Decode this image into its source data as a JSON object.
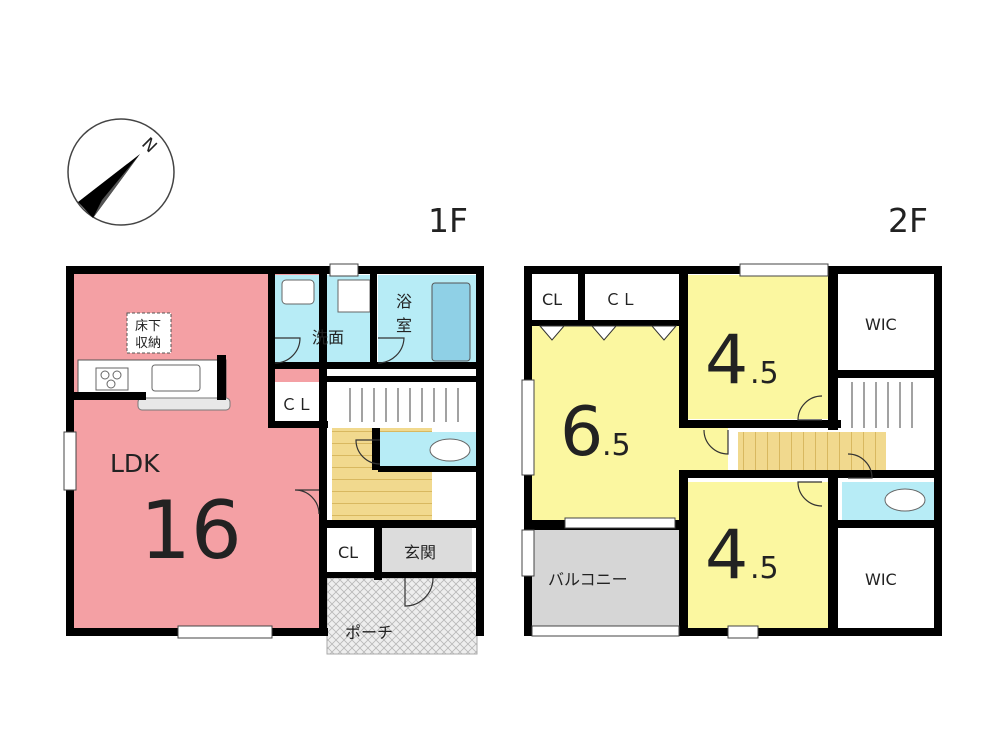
{
  "floors": {
    "first": {
      "label": "1F"
    },
    "second": {
      "label": "2F"
    }
  },
  "compass": {
    "north_label": "N"
  },
  "rooms_1f": {
    "ldk_name": "LDK",
    "ldk_size": "16",
    "underfloor_line1": "床下",
    "underfloor_line2": "収納",
    "washroom": "洗面",
    "bath_line1": "浴",
    "bath_line2": "室",
    "closet_hall": "ＣＬ",
    "closet_entry": "CL",
    "entrance": "玄関",
    "porch": "ポーチ"
  },
  "rooms_2f": {
    "room_a_int": "6",
    "room_a_dec": ".5",
    "room_b_int": "4",
    "room_b_dec": ".5",
    "room_c_int": "4",
    "room_c_dec": ".5",
    "closet_small": "CL",
    "closet_wide": "ＣＬ",
    "wic_top": "WIC",
    "wic_bottom": "WIC",
    "balcony": "バルコニー"
  },
  "colors": {
    "ldk": "#f4a0a4",
    "wet": "#b7ecf6",
    "bedroom": "#fbf7a0",
    "hall": "#f1d98e",
    "balcony": "#d6d6d6",
    "entrance": "#dcdcdc",
    "porch": "#e9e9e9"
  }
}
